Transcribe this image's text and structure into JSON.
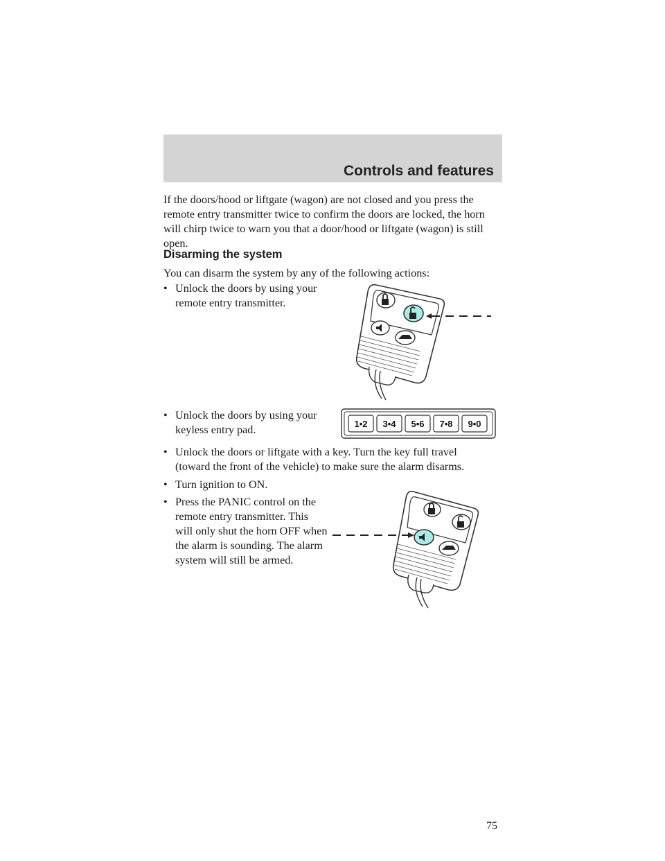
{
  "header": {
    "title": "Controls and features"
  },
  "intro_paragraph": "If the doors/hood or liftgate (wagon) are not closed and you press the remote entry transmitter twice to confirm the doors are locked, the horn will chirp twice to warn you that a door/hood or liftgate (wagon) is still open.",
  "section": {
    "heading": "Disarming the system",
    "lead": "You can disarm the system by any of the following actions:",
    "bullets": [
      {
        "line1": "Unlock the doors by using your",
        "line2": "remote entry transmitter."
      },
      {
        "line1": "Unlock the doors by using your",
        "line2": "keyless entry pad."
      },
      {
        "line1": "Unlock the doors or liftgate with a key. Turn the key full travel",
        "line2": "(toward the front of the vehicle) to make sure the alarm disarms."
      },
      {
        "line1": "Turn ignition to ON."
      },
      {
        "line1": "Press the PANIC control on the",
        "line2": "remote entry transmitter. This",
        "line3": "will only shut the horn OFF when",
        "line4": "the alarm is sounding. The alarm",
        "line5": "system will still be armed."
      }
    ],
    "bullet_symbol": "•"
  },
  "keypad": {
    "buttons": [
      {
        "a": "1",
        "b": "2"
      },
      {
        "a": "3",
        "b": "4"
      },
      {
        "a": "5",
        "b": "6"
      },
      {
        "a": "7",
        "b": "8"
      },
      {
        "a": "9",
        "b": "0"
      }
    ],
    "separator": "•"
  },
  "colors": {
    "highlight": "#a8ece6",
    "header_band": "#d4d4d4"
  },
  "page_number": "75"
}
